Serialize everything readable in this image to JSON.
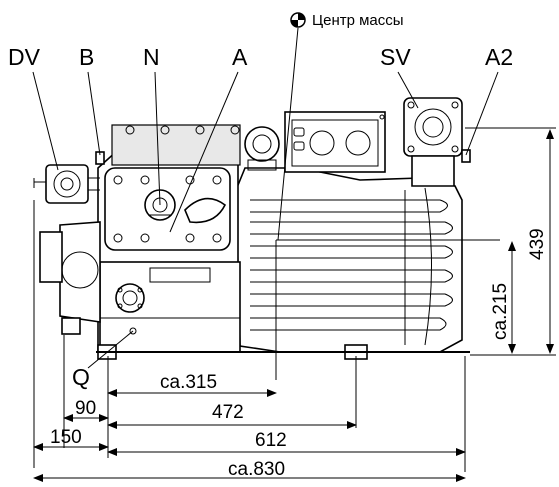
{
  "center_of_mass_label": "Центр массы",
  "labels": {
    "dv": "DV",
    "b": "B",
    "n": "N",
    "a": "A",
    "sv": "SV",
    "a2": "A2",
    "q": "Q"
  },
  "dimensions": {
    "height_total": "439",
    "height_com": "ca.215",
    "com_from_left": "ca.315",
    "d90": "90",
    "d472": "472",
    "d150": "150",
    "d612": "612",
    "length_total": "ca.830"
  }
}
